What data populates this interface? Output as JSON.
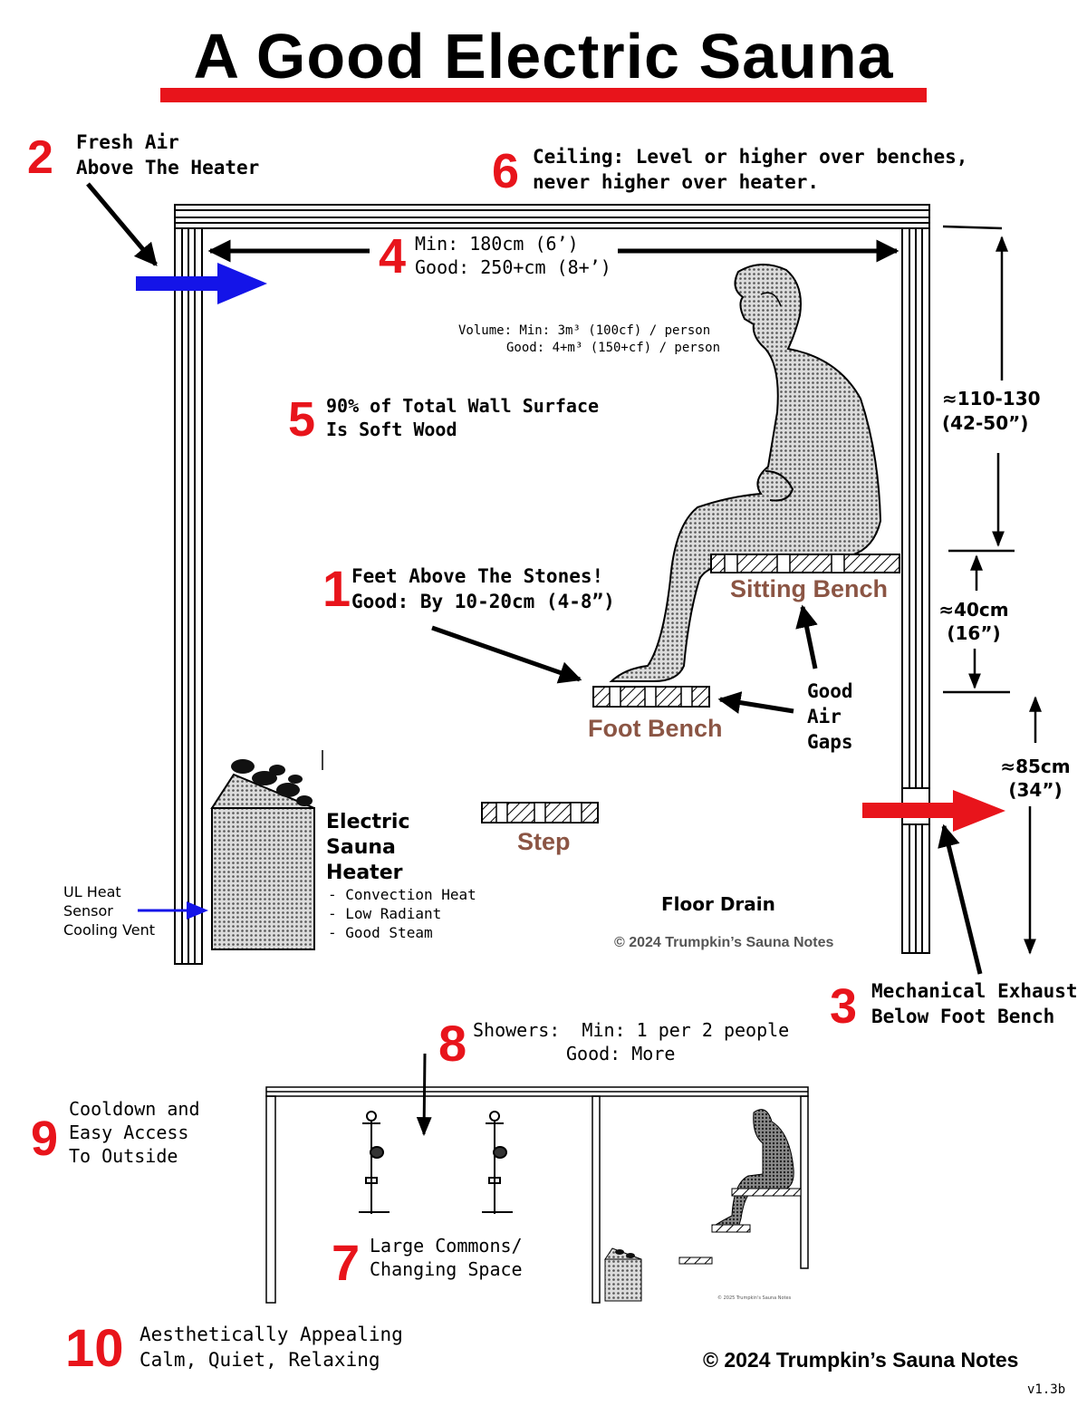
{
  "title": "A Good Electric Sauna",
  "items": [
    {
      "num": "1",
      "lines": [
        "Feet Above The Stones!",
        "Good: By 10-20cm (4-8”)"
      ]
    },
    {
      "num": "2",
      "lines": [
        "Fresh Air",
        "Above The Heater"
      ]
    },
    {
      "num": "3",
      "lines": [
        "Mechanical Exhaust",
        "Below Foot Bench"
      ]
    },
    {
      "num": "4",
      "lines": [
        "Min: 180cm (6’)",
        "Good: 250+cm (8+’)"
      ]
    },
    {
      "num": "5",
      "lines": [
        "90% of Total Wall Surface",
        "Is Soft Wood"
      ]
    },
    {
      "num": "6",
      "lines": [
        "Ceiling: Level or higher over benches,",
        "never higher over heater."
      ]
    },
    {
      "num": "7",
      "lines": [
        "Large Commons/",
        "Changing Space"
      ]
    },
    {
      "num": "8",
      "lines": [
        "Showers:  Min: 1 per 2 people",
        "Good: More"
      ]
    },
    {
      "num": "9",
      "lines": [
        "Cooldown and",
        "Easy Access",
        "To Outside"
      ]
    },
    {
      "num": "10",
      "lines": [
        "Aesthetically Appealing",
        "Calm, Quiet, Relaxing"
      ]
    }
  ],
  "volume": [
    "Volume: Min: 3m³ (100cf) / person",
    "Good: 4+m³ (150+cf) / person"
  ],
  "dimensions": {
    "upper": [
      "≈110-130",
      "(42-50”)"
    ],
    "middle": [
      "≈40cm",
      "(16”)"
    ],
    "lower": [
      "≈85cm",
      "(34”)"
    ]
  },
  "labels": {
    "sitting_bench": "Sitting Bench",
    "foot_bench": "Foot Bench",
    "step": "Step",
    "air_gaps": [
      "Good",
      "Air",
      "Gaps"
    ],
    "heater": [
      "Electric",
      "Sauna",
      "Heater"
    ],
    "heater_features": [
      "- Convection Heat",
      "- Low Radiant",
      "- Good Steam"
    ],
    "sensor": [
      "UL Heat",
      "Sensor",
      "Cooling Vent"
    ],
    "floor_drain": "Floor Drain",
    "inner_copyright": "© 2024 Trumpkin’s Sauna Notes",
    "mini_copyright": "© 2025 Trumpkin's Sauna Notes"
  },
  "footer": {
    "copyright": "© 2024 Trumpkin’s Sauna Notes",
    "version": "v1.3b"
  },
  "colors": {
    "accent_red": "#e8141b",
    "fresh_air_blue": "#1414e8",
    "bench_brown": "#8b5544"
  }
}
